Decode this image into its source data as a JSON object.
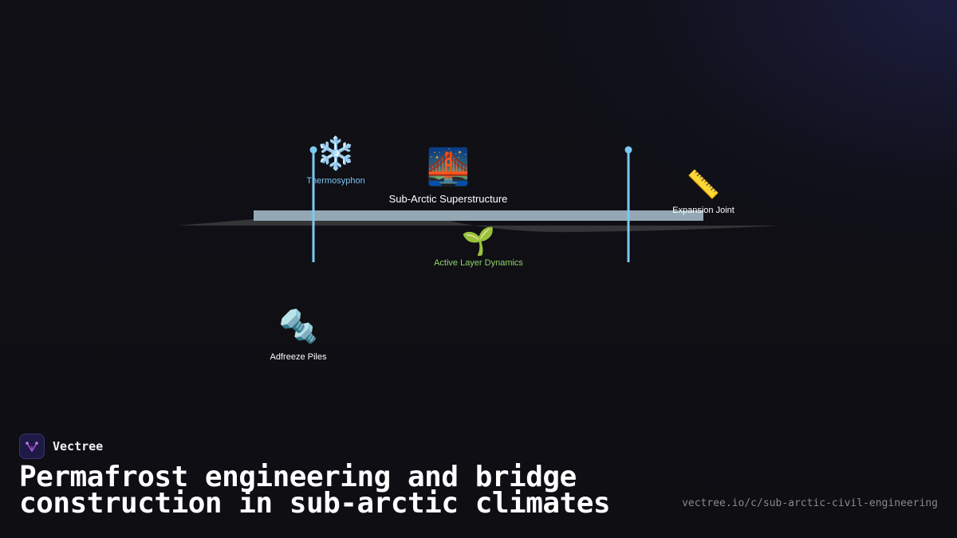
{
  "brand": {
    "name": "Vectree",
    "logo_icon": "vectree-logo-icon"
  },
  "headline": "Permafrost engineering and bridge construction in sub-arctic climates",
  "url": "vectree.io/c/sub-arctic-civil-engineering",
  "diagram": {
    "nodes": [
      {
        "id": "thermosyphon",
        "label": "Thermosyphon",
        "icon": "snowflake-icon",
        "emoji": "❄️",
        "color": "#7cc4f0"
      },
      {
        "id": "superstructure",
        "label": "Sub-Arctic Superstructure",
        "icon": "bridge-at-night-icon",
        "emoji": "🌉",
        "color": "#ffffff"
      },
      {
        "id": "expansion-joint",
        "label": "Expansion Joint",
        "icon": "straight-ruler-icon",
        "emoji": "📏",
        "color": "#ffffff"
      },
      {
        "id": "active-layer",
        "label": "Active Layer Dynamics",
        "icon": "seedling-icon",
        "emoji": "🌱",
        "color": "#8fd16a"
      },
      {
        "id": "adfreeze-piles",
        "label": "Adfreeze Piles",
        "icon": "nut-and-bolt-icon",
        "emoji": "🔩",
        "color": "#ffffff"
      }
    ],
    "colors": {
      "deck": "#93a8b4",
      "pile": "#7cc8f2",
      "ground": "#3a3a3c"
    }
  }
}
